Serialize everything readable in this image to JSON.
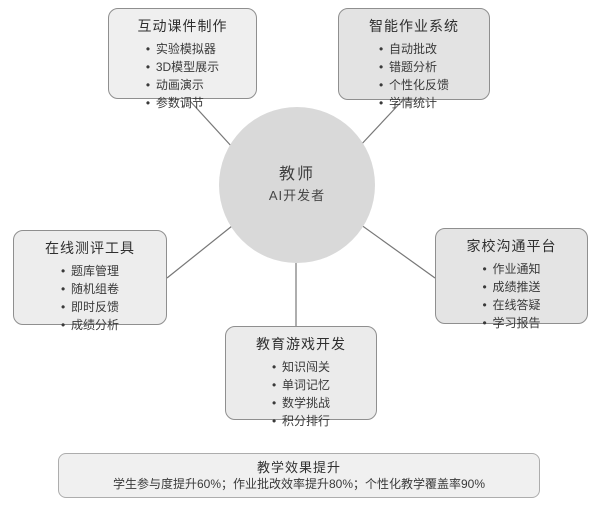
{
  "diagram": {
    "bullet": "•",
    "center": {
      "title": "教师",
      "subtitle": "AI开发者"
    },
    "nodes": {
      "top_left": {
        "title": "互动课件制作",
        "items": [
          "实验模拟器",
          "3D模型展示",
          "动画演示",
          "参数调节"
        ]
      },
      "top_right": {
        "title": "智能作业系统",
        "items": [
          "自动批改",
          "错题分析",
          "个性化反馈",
          "学情统计"
        ]
      },
      "left": {
        "title": "在线测评工具",
        "items": [
          "题库管理",
          "随机组卷",
          "即时反馈",
          "成绩分析"
        ]
      },
      "right": {
        "title": "家校沟通平台",
        "items": [
          "作业通知",
          "成绩推送",
          "在线答疑",
          "学习报告"
        ]
      },
      "bottom": {
        "title": "教育游戏开发",
        "items": [
          "知识闯关",
          "单词记忆",
          "数学挑战",
          "积分排行"
        ]
      }
    },
    "summary": {
      "title": "教学效果提升",
      "text": "学生参与度提升60%；作业批改效率提升80%；个性化教学覆盖率90%"
    },
    "colors": {
      "circle_fill": "#d9d9d9",
      "node_fill_light": "#efefef",
      "node_fill_dark": "#e3e3e3",
      "node_border": "#8f8f8f",
      "summary_fill": "#f0f0f0",
      "summary_border": "#adadad",
      "connector": "#777777",
      "text": "#333333"
    }
  }
}
